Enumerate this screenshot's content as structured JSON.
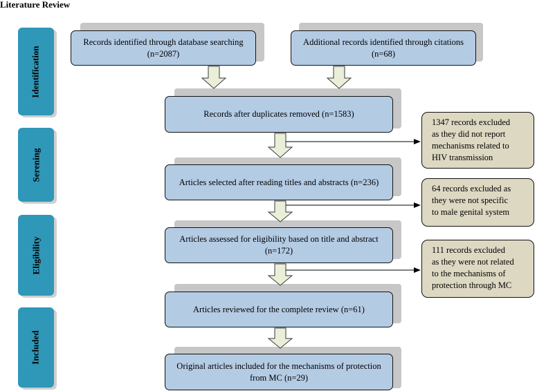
{
  "title": "Literature Review",
  "stages": [
    "Identification",
    "Serening",
    "Eligibility",
    "Included"
  ],
  "boxes": {
    "db_search": "Records identified through database searching (n=2087)",
    "citations": "Additional records identified through citations (n=68)",
    "duplicates": "Records after duplicates removed (n=1583)",
    "titles": "Articles selected after reading titles and abstracts (n=236)",
    "eligibility": "Articles assessed for eligibility based on title and abstract (n=172)",
    "reviewed": "Articles reviewed for the complete review (n=61)",
    "included": "Original articles included for the mechanisms of protection from MC (n=29)"
  },
  "exclusions": [
    "1347 records excluded\nas they did not report\nmechanisms related to\nHIV transmission",
    "64 records excluded as\nthey were not specific\nto male genital system",
    "111 records excluded\nas they were not related\nto the mechanisms of\nprotection through MC"
  ],
  "colors": {
    "stage": "#2f97b8",
    "box_fill": "#b4cbe4",
    "exclusion_fill": "#ddd8c2",
    "arrow_fill": "#e9efd8",
    "shadow": "#c7c7c7"
  }
}
